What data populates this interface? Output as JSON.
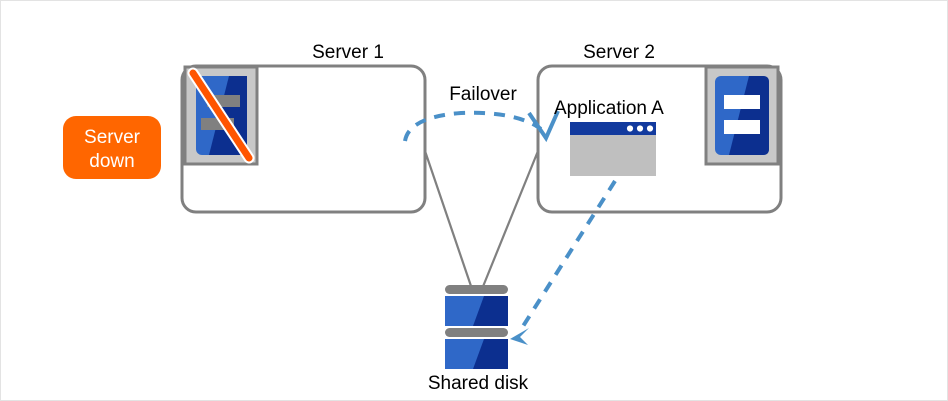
{
  "diagram": {
    "title_labels": {
      "server1": "Server 1",
      "server2": "Server 2"
    },
    "badge": {
      "line1": "Server",
      "line2": "down",
      "color": "#FF6600",
      "text_color": "#FFFFFF"
    },
    "failover": {
      "label": "Failover",
      "arrow_color": "#4A90C8",
      "style": "dashed-curved"
    },
    "application": {
      "label": "Application A",
      "titlebar_color": "#123A9E",
      "body_color": "#BFBFBF",
      "dot_color": "#FFFFFF",
      "dot_count": 3
    },
    "disk": {
      "label": "Shared disk",
      "slab_light": "#2F68C8",
      "slab_dark": "#0C2F8F",
      "bar_color": "#808080",
      "slab_count": 2
    },
    "disk_arrow": {
      "color": "#4A90C8",
      "style": "dashed-straight"
    },
    "boxes": {
      "border_color": "#808080",
      "fill_color": "#FFFFFF"
    },
    "server_icons": {
      "frame_color": "#C8C8C8",
      "frame_border": "#808080",
      "body_light": "#2F68C8",
      "body_dark": "#0C2F8F",
      "server1_bar_color": "#808080",
      "server2_bar_color": "#FFFFFF",
      "slash_color": "#FF5500",
      "slash_outline": "#FFFFFF"
    },
    "connectors": {
      "color": "#808080",
      "style": "solid"
    }
  }
}
